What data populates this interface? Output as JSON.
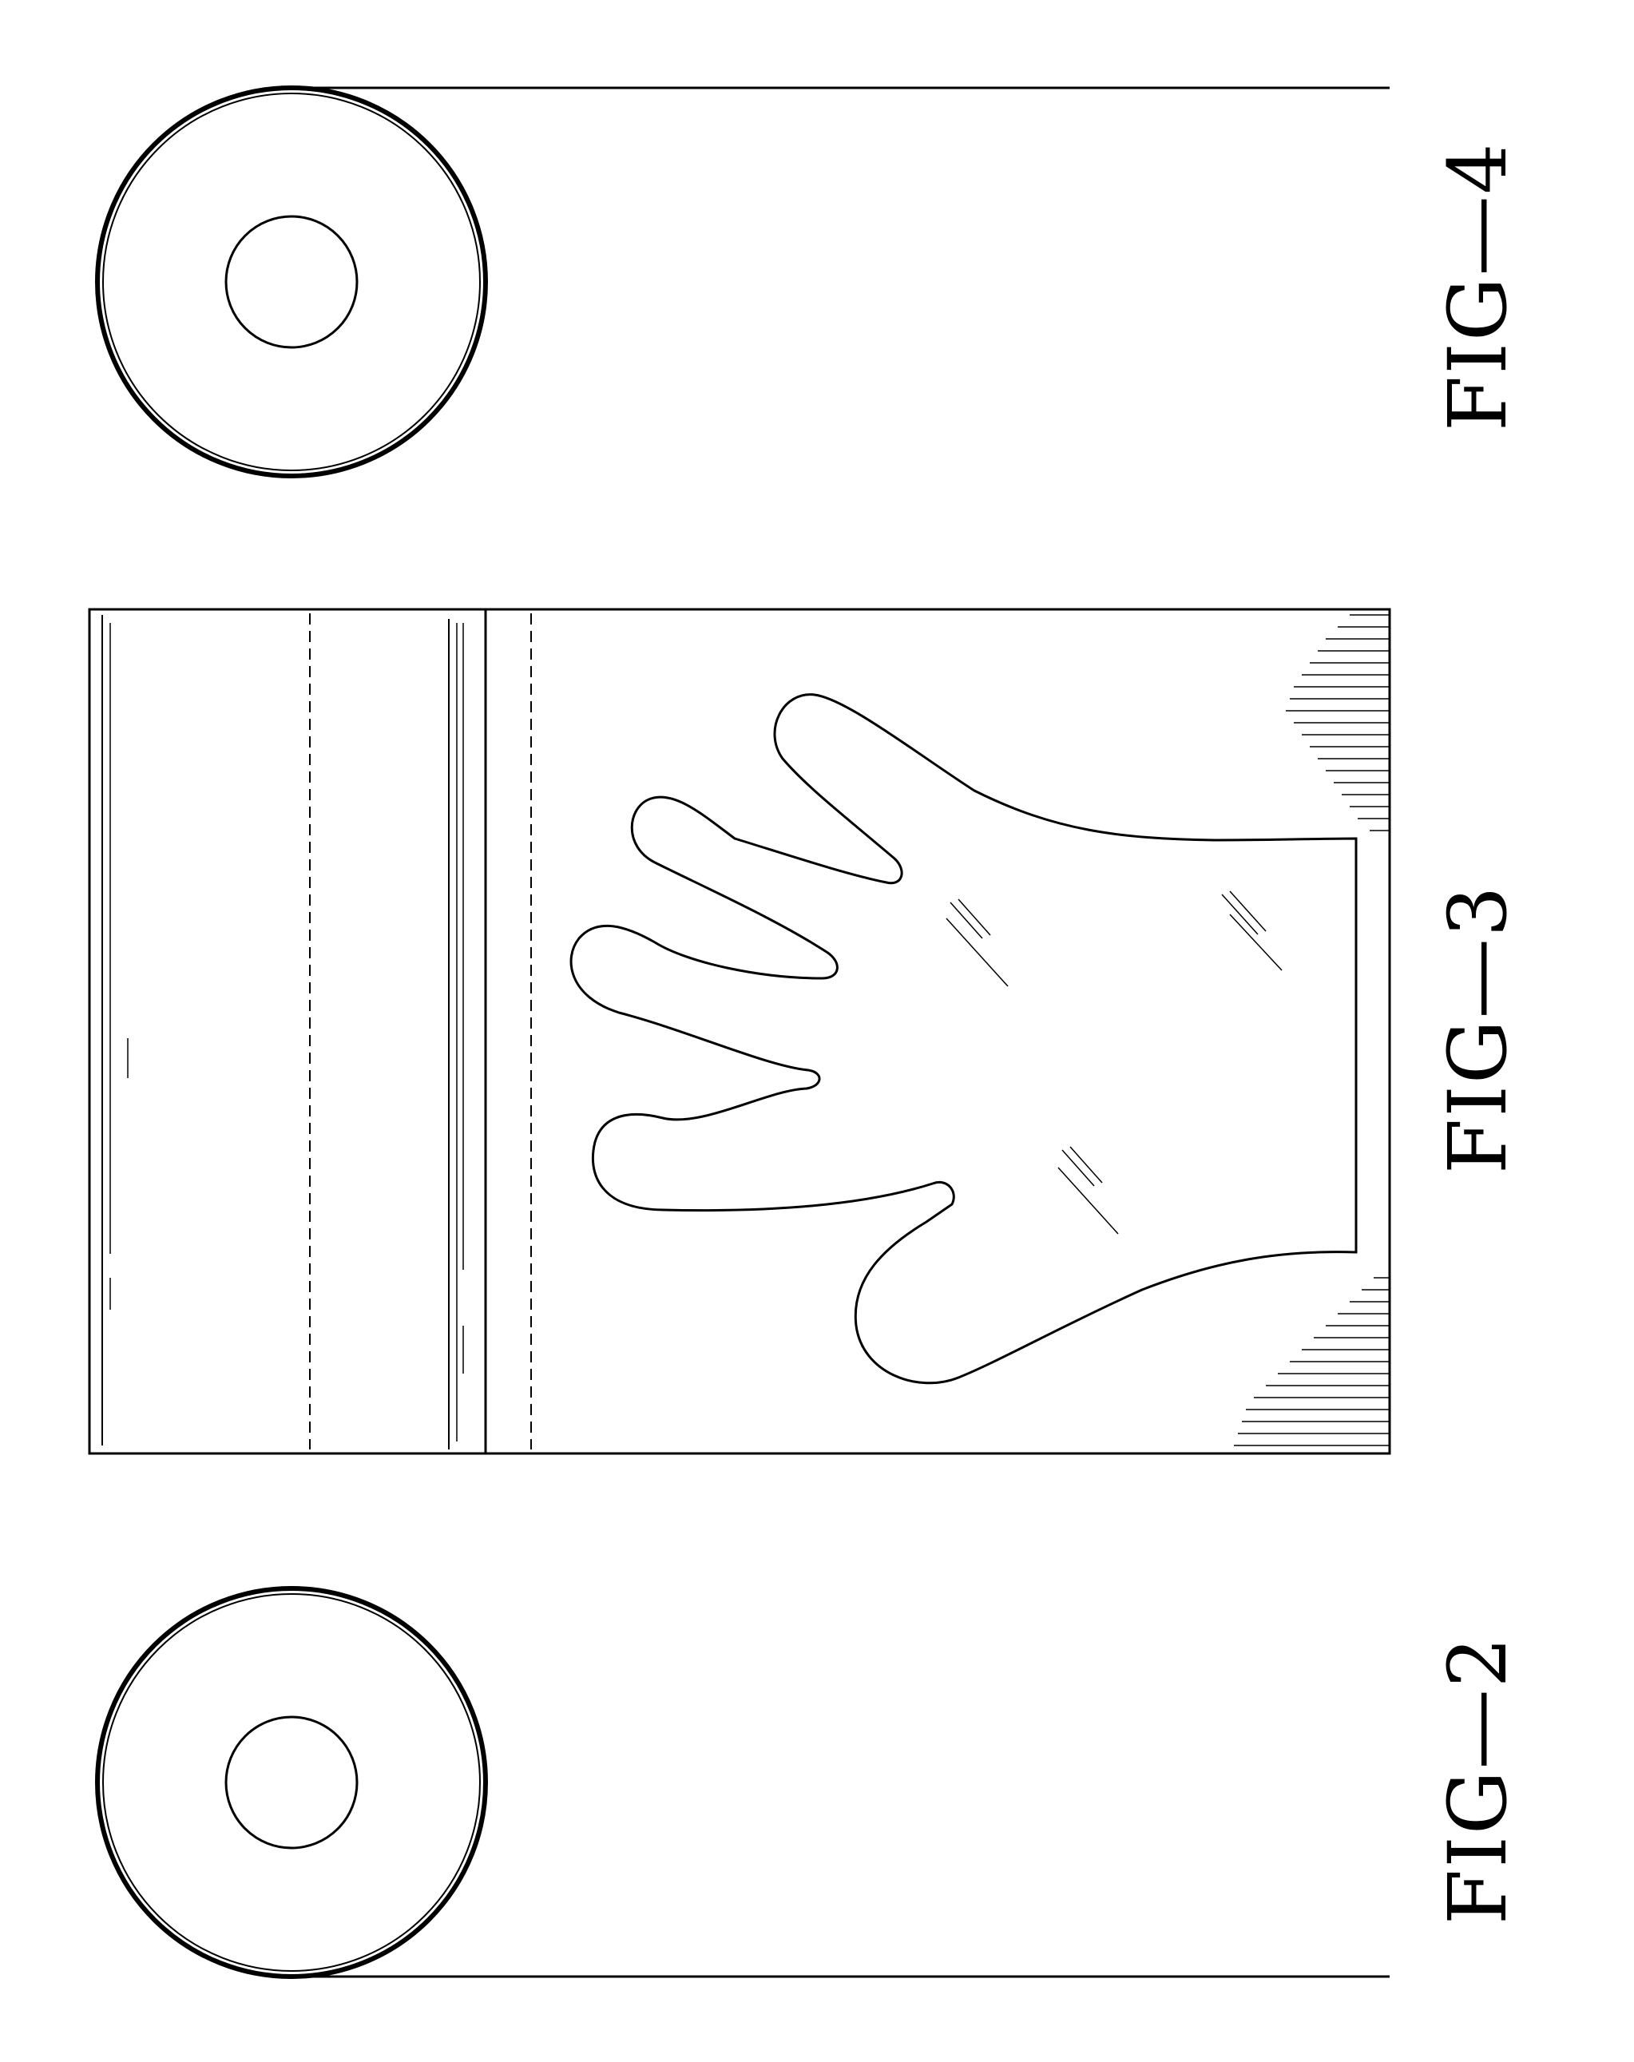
{
  "sheet": {
    "figures": [
      {
        "id": "fig-2",
        "label": "FIG—2",
        "subject": "roll end view"
      },
      {
        "id": "fig-3",
        "label": "FIG—3",
        "subject": "glove in bag, front view"
      },
      {
        "id": "fig-4",
        "label": "FIG—4",
        "subject": "roll end view"
      }
    ]
  },
  "colors": {
    "ink": "#000000",
    "paper": "#ffffff"
  }
}
